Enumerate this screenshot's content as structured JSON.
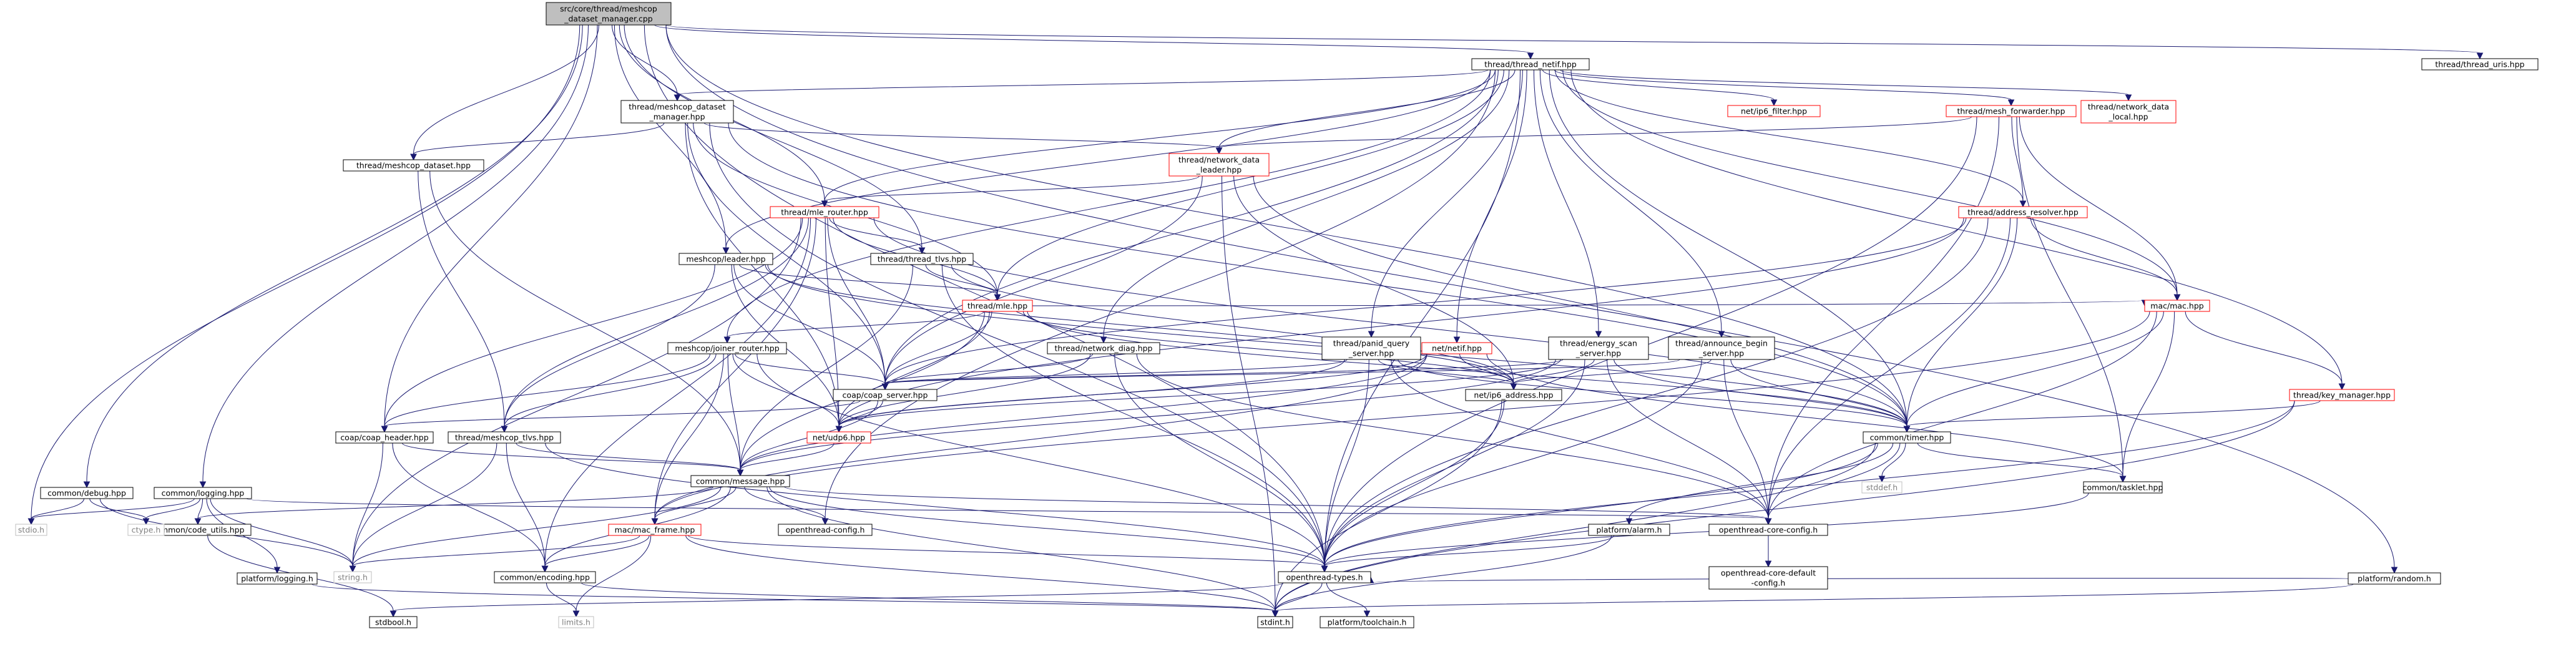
{
  "graph": {
    "root": "root",
    "nodes": [
      {
        "id": "root",
        "lines": [
          "src/core/thread/meshcop",
          "_dataset_manager.cpp"
        ],
        "kind": "root"
      },
      {
        "id": "netif",
        "lines": [
          "thread/thread_netif.hpp"
        ],
        "kind": "normal"
      },
      {
        "id": "uris",
        "lines": [
          "thread/thread_uris.hpp"
        ],
        "kind": "normal"
      },
      {
        "id": "dsmgr",
        "lines": [
          "thread/meshcop_dataset",
          "_manager.hpp"
        ],
        "kind": "normal"
      },
      {
        "id": "dataset",
        "lines": [
          "thread/meshcop_dataset.hpp"
        ],
        "kind": "normal"
      },
      {
        "id": "debug",
        "lines": [
          "common/debug.hpp"
        ],
        "kind": "normal"
      },
      {
        "id": "logging",
        "lines": [
          "common/logging.hpp"
        ],
        "kind": "normal"
      },
      {
        "id": "plat_random",
        "lines": [
          "platform/random.h"
        ],
        "kind": "normal"
      },
      {
        "id": "ip6_filter",
        "lines": [
          "net/ip6_filter.hpp"
        ],
        "kind": "incomplete"
      },
      {
        "id": "mesh_fwd",
        "lines": [
          "thread/mesh_forwarder.hpp"
        ],
        "kind": "incomplete"
      },
      {
        "id": "nd_local",
        "lines": [
          "thread/network_data",
          "_local.hpp"
        ],
        "kind": "incomplete"
      },
      {
        "id": "nd_leader",
        "lines": [
          "thread/network_data",
          "_leader.hpp"
        ],
        "kind": "incomplete"
      },
      {
        "id": "mle_router",
        "lines": [
          "thread/mle_router.hpp"
        ],
        "kind": "incomplete"
      },
      {
        "id": "leader",
        "lines": [
          "meshcop/leader.hpp"
        ],
        "kind": "normal"
      },
      {
        "id": "thread_tlvs",
        "lines": [
          "thread/thread_tlvs.hpp"
        ],
        "kind": "normal"
      },
      {
        "id": "mle",
        "lines": [
          "thread/mle.hpp"
        ],
        "kind": "incomplete"
      },
      {
        "id": "joiner_router",
        "lines": [
          "meshcop/joiner_router.hpp"
        ],
        "kind": "normal"
      },
      {
        "id": "nd_diag",
        "lines": [
          "thread/network_diag.hpp"
        ],
        "kind": "normal"
      },
      {
        "id": "panid",
        "lines": [
          "thread/panid_query",
          "_server.hpp"
        ],
        "kind": "normal"
      },
      {
        "id": "netif_net",
        "lines": [
          "net/netif.hpp"
        ],
        "kind": "incomplete"
      },
      {
        "id": "energy",
        "lines": [
          "thread/energy_scan",
          "_server.hpp"
        ],
        "kind": "normal"
      },
      {
        "id": "announce",
        "lines": [
          "thread/announce_begin",
          "_server.hpp"
        ],
        "kind": "normal"
      },
      {
        "id": "addr_res",
        "lines": [
          "thread/address_resolver.hpp"
        ],
        "kind": "incomplete"
      },
      {
        "id": "mac",
        "lines": [
          "mac/mac.hpp"
        ],
        "kind": "incomplete"
      },
      {
        "id": "key_mgr",
        "lines": [
          "thread/key_manager.hpp"
        ],
        "kind": "incomplete"
      },
      {
        "id": "coap_server",
        "lines": [
          "coap/coap_server.hpp"
        ],
        "kind": "normal"
      },
      {
        "id": "ip6_addr",
        "lines": [
          "net/ip6_address.hpp"
        ],
        "kind": "normal"
      },
      {
        "id": "udp6",
        "lines": [
          "net/udp6.hpp"
        ],
        "kind": "incomplete"
      },
      {
        "id": "coap_header",
        "lines": [
          "coap/coap_header.hpp"
        ],
        "kind": "normal"
      },
      {
        "id": "meshcop_tlvs",
        "lines": [
          "thread/meshcop_tlvs.hpp"
        ],
        "kind": "normal"
      },
      {
        "id": "timer",
        "lines": [
          "common/timer.hpp"
        ],
        "kind": "normal"
      },
      {
        "id": "tasklet",
        "lines": [
          "common/tasklet.hpp"
        ],
        "kind": "normal"
      },
      {
        "id": "stddef",
        "lines": [
          "stddef.h"
        ],
        "kind": "system"
      },
      {
        "id": "message",
        "lines": [
          "common/message.hpp"
        ],
        "kind": "normal"
      },
      {
        "id": "code_utils",
        "lines": [
          "common/code_utils.hpp"
        ],
        "kind": "normal"
      },
      {
        "id": "oconfig",
        "lines": [
          "openthread-config.h"
        ],
        "kind": "normal"
      },
      {
        "id": "ocore_cfg",
        "lines": [
          "openthread-core-config.h"
        ],
        "kind": "normal"
      },
      {
        "id": "ocore_def",
        "lines": [
          "openthread-core-default",
          "-config.h"
        ],
        "kind": "normal"
      },
      {
        "id": "alarm",
        "lines": [
          "platform/alarm.h"
        ],
        "kind": "normal"
      },
      {
        "id": "mac_frame",
        "lines": [
          "mac/mac_frame.hpp"
        ],
        "kind": "incomplete"
      },
      {
        "id": "encoding",
        "lines": [
          "common/encoding.hpp"
        ],
        "kind": "normal"
      },
      {
        "id": "otypes",
        "lines": [
          "openthread-types.h"
        ],
        "kind": "normal"
      },
      {
        "id": "plat_logging",
        "lines": [
          "platform/logging.h"
        ],
        "kind": "normal"
      },
      {
        "id": "toolchain",
        "lines": [
          "platform/toolchain.h"
        ],
        "kind": "normal"
      },
      {
        "id": "stdio",
        "lines": [
          "stdio.h"
        ],
        "kind": "system"
      },
      {
        "id": "ctype",
        "lines": [
          "ctype.h"
        ],
        "kind": "system"
      },
      {
        "id": "string",
        "lines": [
          "string.h"
        ],
        "kind": "system"
      },
      {
        "id": "limits",
        "lines": [
          "limits.h"
        ],
        "kind": "system"
      },
      {
        "id": "stdbool",
        "lines": [
          "stdbool.h"
        ],
        "kind": "normal"
      },
      {
        "id": "stdint",
        "lines": [
          "stdint.h"
        ],
        "kind": "normal"
      }
    ],
    "edges": [
      [
        "root",
        "netif"
      ],
      [
        "root",
        "uris"
      ],
      [
        "root",
        "dsmgr"
      ],
      [
        "root",
        "dataset"
      ],
      [
        "root",
        "leader"
      ],
      [
        "root",
        "thread_tlvs"
      ],
      [
        "root",
        "coap_header"
      ],
      [
        "root",
        "debug"
      ],
      [
        "root",
        "logging"
      ],
      [
        "root",
        "plat_random"
      ],
      [
        "root",
        "otypes"
      ],
      [
        "root",
        "timer"
      ],
      [
        "root",
        "stdio"
      ],
      [
        "root",
        "mle_router"
      ],
      [
        "netif",
        "dsmgr"
      ],
      [
        "netif",
        "ip6_filter"
      ],
      [
        "netif",
        "mesh_fwd"
      ],
      [
        "netif",
        "nd_local"
      ],
      [
        "netif",
        "nd_leader"
      ],
      [
        "netif",
        "mle_router"
      ],
      [
        "netif",
        "leader"
      ],
      [
        "netif",
        "mle"
      ],
      [
        "netif",
        "joiner_router"
      ],
      [
        "netif",
        "nd_diag"
      ],
      [
        "netif",
        "panid"
      ],
      [
        "netif",
        "netif_net"
      ],
      [
        "netif",
        "energy"
      ],
      [
        "netif",
        "announce"
      ],
      [
        "netif",
        "addr_res"
      ],
      [
        "netif",
        "mac"
      ],
      [
        "netif",
        "key_mgr"
      ],
      [
        "netif",
        "otypes"
      ],
      [
        "netif",
        "oconfig"
      ],
      [
        "netif",
        "coap_server"
      ],
      [
        "netif",
        "timer"
      ],
      [
        "dsmgr",
        "dataset"
      ],
      [
        "dsmgr",
        "nd_leader"
      ],
      [
        "dsmgr",
        "mle"
      ],
      [
        "dsmgr",
        "coap_server"
      ],
      [
        "dsmgr",
        "udp6"
      ],
      [
        "dsmgr",
        "timer"
      ],
      [
        "dsmgr",
        "otypes"
      ],
      [
        "dataset",
        "meshcop_tlvs"
      ],
      [
        "dataset",
        "message"
      ],
      [
        "mesh_fwd",
        "nd_leader"
      ],
      [
        "mesh_fwd",
        "addr_res"
      ],
      [
        "mesh_fwd",
        "mac"
      ],
      [
        "mesh_fwd",
        "tasklet"
      ],
      [
        "mesh_fwd",
        "ocore_cfg"
      ],
      [
        "mesh_fwd",
        "otypes"
      ],
      [
        "nd_leader",
        "mle_router"
      ],
      [
        "nd_leader",
        "coap_server"
      ],
      [
        "nd_leader",
        "timer"
      ],
      [
        "nd_leader",
        "ip6_addr"
      ],
      [
        "nd_leader",
        "stdint"
      ],
      [
        "mle_router",
        "thread_tlvs"
      ],
      [
        "mle_router",
        "mle"
      ],
      [
        "mle_router",
        "coap_server"
      ],
      [
        "mle_router",
        "coap_header"
      ],
      [
        "mle_router",
        "udp6"
      ],
      [
        "mle_router",
        "mac_frame"
      ],
      [
        "mle_router",
        "timer"
      ],
      [
        "mle_router",
        "encoding"
      ],
      [
        "mle_router",
        "meshcop_tlvs"
      ],
      [
        "mle_router",
        "string"
      ],
      [
        "leader",
        "mle"
      ],
      [
        "leader",
        "coap_server"
      ],
      [
        "leader",
        "udp6"
      ],
      [
        "leader",
        "timer"
      ],
      [
        "leader",
        "meshcop_tlvs"
      ],
      [
        "leader",
        "ip6_addr"
      ],
      [
        "thread_tlvs",
        "mle"
      ],
      [
        "thread_tlvs",
        "message"
      ],
      [
        "thread_tlvs",
        "ip6_addr"
      ],
      [
        "thread_tlvs",
        "otypes"
      ],
      [
        "mle",
        "joiner_router"
      ],
      [
        "mle",
        "coap_server"
      ],
      [
        "mle",
        "udp6"
      ],
      [
        "mle",
        "timer"
      ],
      [
        "mle",
        "mac"
      ],
      [
        "mle",
        "ip6_addr"
      ],
      [
        "mle",
        "message"
      ],
      [
        "joiner_router",
        "coap_server"
      ],
      [
        "joiner_router",
        "coap_header"
      ],
      [
        "joiner_router",
        "udp6"
      ],
      [
        "joiner_router",
        "message"
      ],
      [
        "joiner_router",
        "mac_frame"
      ],
      [
        "joiner_router",
        "otypes"
      ],
      [
        "joiner_router",
        "meshcop_tlvs"
      ],
      [
        "nd_diag",
        "coap_server"
      ],
      [
        "nd_diag",
        "udp6"
      ],
      [
        "nd_diag",
        "otypes"
      ],
      [
        "nd_diag",
        "ocore_cfg"
      ],
      [
        "panid",
        "coap_server"
      ],
      [
        "panid",
        "udp6"
      ],
      [
        "panid",
        "ip6_addr"
      ],
      [
        "panid",
        "timer"
      ],
      [
        "panid",
        "otypes"
      ],
      [
        "panid",
        "ocore_cfg"
      ],
      [
        "netif_net",
        "ip6_addr"
      ],
      [
        "netif_net",
        "message"
      ],
      [
        "netif_net",
        "tasklet"
      ],
      [
        "netif_net",
        "mac_frame"
      ],
      [
        "netif_net",
        "udp6"
      ],
      [
        "energy",
        "coap_server"
      ],
      [
        "energy",
        "udp6"
      ],
      [
        "energy",
        "ip6_addr"
      ],
      [
        "energy",
        "timer"
      ],
      [
        "energy",
        "otypes"
      ],
      [
        "energy",
        "ocore_cfg"
      ],
      [
        "energy",
        "message"
      ],
      [
        "announce",
        "coap_server"
      ],
      [
        "announce",
        "timer"
      ],
      [
        "announce",
        "ip6_addr"
      ],
      [
        "announce",
        "otypes"
      ],
      [
        "announce",
        "ocore_cfg"
      ],
      [
        "addr_res",
        "mac"
      ],
      [
        "addr_res",
        "coap_server"
      ],
      [
        "addr_res",
        "udp6"
      ],
      [
        "addr_res",
        "timer"
      ],
      [
        "addr_res",
        "ocore_cfg"
      ],
      [
        "addr_res",
        "otypes"
      ],
      [
        "mac",
        "key_mgr"
      ],
      [
        "mac",
        "timer"
      ],
      [
        "mac",
        "tasklet"
      ],
      [
        "mac",
        "ocore_cfg"
      ],
      [
        "mac",
        "mac_frame"
      ],
      [
        "key_mgr",
        "timer"
      ],
      [
        "key_mgr",
        "otypes"
      ],
      [
        "key_mgr",
        "stdint"
      ],
      [
        "coap_server",
        "coap_header"
      ],
      [
        "coap_server",
        "udp6"
      ],
      [
        "coap_server",
        "message"
      ],
      [
        "ip6_addr",
        "otypes"
      ],
      [
        "ip6_addr",
        "stdint"
      ],
      [
        "udp6",
        "message"
      ],
      [
        "coap_header",
        "message"
      ],
      [
        "coap_header",
        "encoding"
      ],
      [
        "coap_header",
        "string"
      ],
      [
        "meshcop_tlvs",
        "message"
      ],
      [
        "meshcop_tlvs",
        "encoding"
      ],
      [
        "meshcop_tlvs",
        "string"
      ],
      [
        "meshcop_tlvs",
        "otypes"
      ],
      [
        "timer",
        "tasklet"
      ],
      [
        "timer",
        "stddef"
      ],
      [
        "timer",
        "alarm"
      ],
      [
        "timer",
        "ocore_cfg"
      ],
      [
        "timer",
        "stdint"
      ],
      [
        "timer",
        "otypes"
      ],
      [
        "tasklet",
        "otypes"
      ],
      [
        "message",
        "code_utils"
      ],
      [
        "message",
        "oconfig"
      ],
      [
        "message",
        "ocore_cfg"
      ],
      [
        "message",
        "mac_frame"
      ],
      [
        "message",
        "encoding"
      ],
      [
        "message",
        "string"
      ],
      [
        "message",
        "otypes"
      ],
      [
        "message",
        "stdint"
      ],
      [
        "ocore_cfg",
        "ocore_def"
      ],
      [
        "alarm",
        "otypes"
      ],
      [
        "alarm",
        "stdint"
      ],
      [
        "mac_frame",
        "encoding"
      ],
      [
        "mac_frame",
        "otypes"
      ],
      [
        "mac_frame",
        "string"
      ],
      [
        "mac_frame",
        "limits"
      ],
      [
        "mac_frame",
        "stdint"
      ],
      [
        "encoding",
        "limits"
      ],
      [
        "encoding",
        "stdint"
      ],
      [
        "otypes",
        "stdint"
      ],
      [
        "otypes",
        "stdbool"
      ],
      [
        "otypes",
        "toolchain"
      ],
      [
        "debug",
        "stdio"
      ],
      [
        "debug",
        "ctype"
      ],
      [
        "debug",
        "string"
      ],
      [
        "logging",
        "ctype"
      ],
      [
        "logging",
        "stdio"
      ],
      [
        "logging",
        "string"
      ],
      [
        "logging",
        "code_utils"
      ],
      [
        "logging",
        "plat_logging"
      ],
      [
        "logging",
        "ocore_cfg"
      ],
      [
        "code_utils",
        "stdbool"
      ],
      [
        "plat_logging",
        "stdint"
      ],
      [
        "plat_random",
        "stdint"
      ],
      [
        "plat_random",
        "otypes"
      ]
    ]
  },
  "style": {
    "edge_color": "#191970",
    "normal_border": "#000000",
    "incomplete_border": "#ff0000",
    "system_border": "#bfbfbf",
    "root_fill": "#bfbfbf",
    "text_color": "#000000",
    "system_text": "#808080"
  }
}
